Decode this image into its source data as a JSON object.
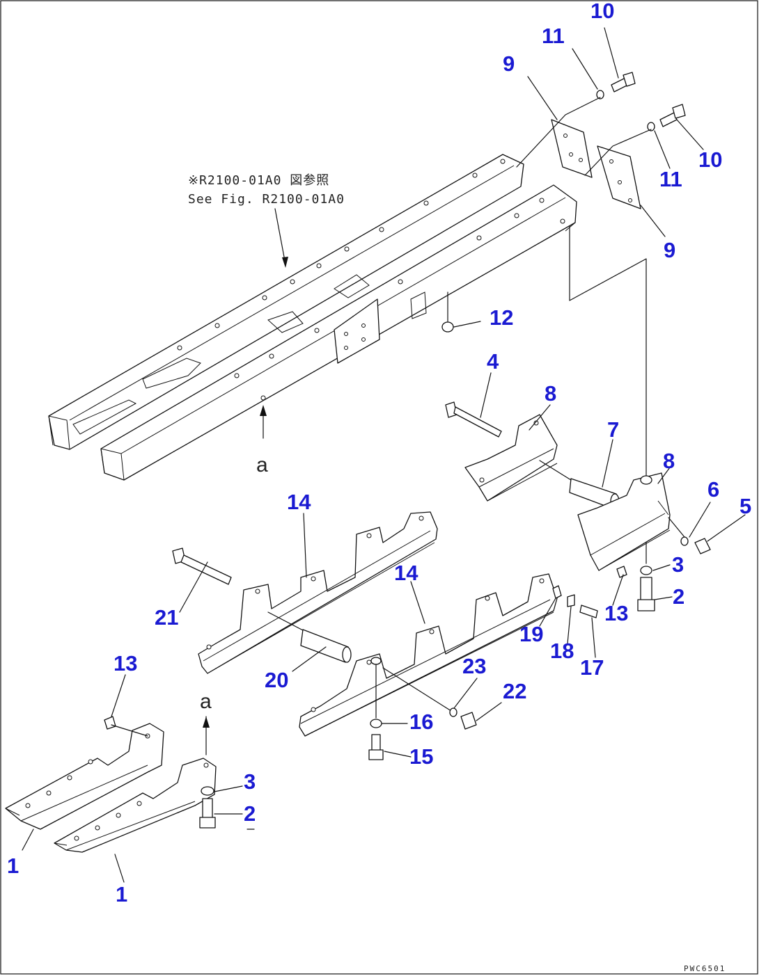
{
  "reference_note": {
    "line1": "※R2100-01A0 図参照",
    "line2": "See Fig. R2100-01A0"
  },
  "view_markers": {
    "top": "a",
    "bottom": "a"
  },
  "drawing_code": "PWC6501",
  "callouts": {
    "c10a": "10",
    "c11a": "11",
    "c9a": "9",
    "c10b": "10",
    "c11b": "11",
    "c9b": "9",
    "c12": "12",
    "c4": "4",
    "c8a": "8",
    "c7": "7",
    "c8b": "8",
    "c6": "6",
    "c5": "5",
    "c3a": "3",
    "c2a": "2",
    "c13a": "13",
    "c14a": "14",
    "c14b": "14",
    "c21": "21",
    "c19": "19",
    "c18": "18",
    "c17": "17",
    "c23": "23",
    "c22": "22",
    "c20": "20",
    "c16": "16",
    "c15": "15",
    "c13b": "13",
    "c3b": "3",
    "c2b": "2",
    "c1a": "1",
    "c1b": "1"
  },
  "colors": {
    "callout": "#1a1ad2",
    "line": "#111111",
    "background": "#ffffff"
  }
}
